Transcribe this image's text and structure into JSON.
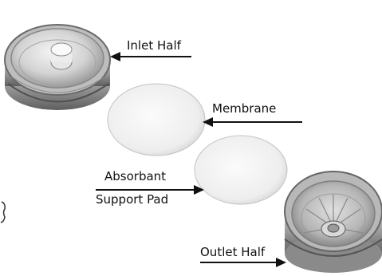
{
  "labels": {
    "inlet_half": "Inlet Half",
    "membrane": "Membrane",
    "absorbant_line1": "Absorbant",
    "absorbant_line2": "Support Pad",
    "outlet_half": "Outlet Half"
  }
}
